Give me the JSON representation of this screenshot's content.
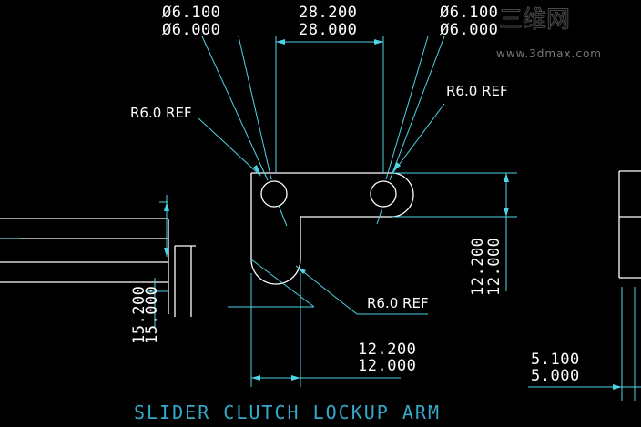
{
  "drawing": {
    "title": "SLIDER CLUTCH LOCKUP ARM",
    "watermark_cn": "三维网",
    "watermark_url": "www.3dmax.com"
  },
  "dimensions": {
    "hole_left_max": "Ø6.100",
    "hole_left_min": "Ø6.000",
    "hole_spacing_max": "28.200",
    "hole_spacing_min": "28.000",
    "hole_right_max": "Ø6.100",
    "hole_right_min": "Ø6.000",
    "radius_upper_left": "R6.0 REF",
    "radius_upper_right": "R6.0 REF",
    "radius_lower": "R6.0 REF",
    "width_max": "12.200",
    "width_min": "12.000",
    "height_right_max": "12.200",
    "height_right_min": "12.000",
    "height_left_max": "15.200",
    "height_left_min": "15.000",
    "thickness_max": "5.100",
    "thickness_min": "5.000"
  }
}
